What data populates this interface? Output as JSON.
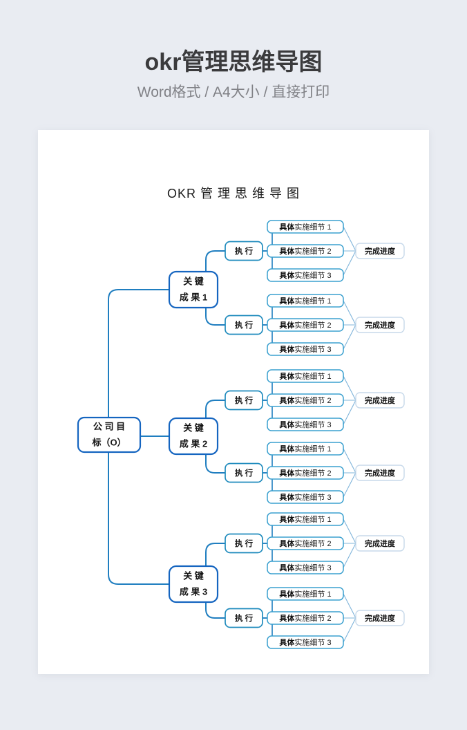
{
  "hero": {
    "title": "okr管理思维导图",
    "subtitle": "Word格式 / A4大小 / 直接打印"
  },
  "document": {
    "title": "OKR 管 理 思 维 导 图",
    "root": {
      "line1": "公 司 目",
      "line2": "标（O）"
    },
    "labels": {
      "execute": "执 行",
      "progress": "完成进度",
      "detail_bold": "具体",
      "detail_1": "实施细节 1",
      "detail_2": "实施细节 2",
      "detail_3": "实施细节 3"
    },
    "key_results": [
      {
        "line1": "关 键",
        "line2": "成 果 1"
      },
      {
        "line1": "关 键",
        "line2": "成 果 2"
      },
      {
        "line1": "关 键",
        "line2": "成 果 3"
      }
    ],
    "groups": [
      {
        "key_result": "关 键 成 果 1",
        "execute": "执 行",
        "details": [
          "具体实施细节 1",
          "具体实施细节 2",
          "具体实施细节 3"
        ],
        "progress": "完成进度"
      },
      {
        "key_result": "关 键 成 果 1",
        "execute": "执 行",
        "details": [
          "具体实施细节 1",
          "具体实施细节 2",
          "具体实施细节 3"
        ],
        "progress": "完成进度"
      },
      {
        "key_result": "关 键 成 果 2",
        "execute": "执 行",
        "details": [
          "具体实施细节 1",
          "具体实施细节 2",
          "具体实施细节 3"
        ],
        "progress": "完成进度"
      },
      {
        "key_result": "关 键 成 果 2",
        "execute": "执 行",
        "details": [
          "具体实施细节 1",
          "具体实施细节 2",
          "具体实施细节 3"
        ],
        "progress": "完成进度"
      },
      {
        "key_result": "关 键 成 果 3",
        "execute": "执 行",
        "details": [
          "具体实施细节 1",
          "具体实施细节 2",
          "具体实施细节 3"
        ],
        "progress": "完成进度"
      },
      {
        "key_result": "关 键 成 果 3",
        "execute": "执 行",
        "details": [
          "具体实施细节 1",
          "具体实施细节 2",
          "具体实施细节 3"
        ],
        "progress": "完成进度"
      }
    ]
  },
  "colors": {
    "page_background": "#e9ecf2",
    "card_background": "#ffffff",
    "root_border": "#1565c0",
    "key_border": "#1565c0",
    "execute_border": "#1f8bbd",
    "detail_border": "#3aa0cf",
    "progress_border": "#c7d9ea",
    "link_blue": "#1f7ec0",
    "link_light": "#7fb4da",
    "title_text": "#3b3b3d",
    "subtitle_text": "#818287"
  }
}
